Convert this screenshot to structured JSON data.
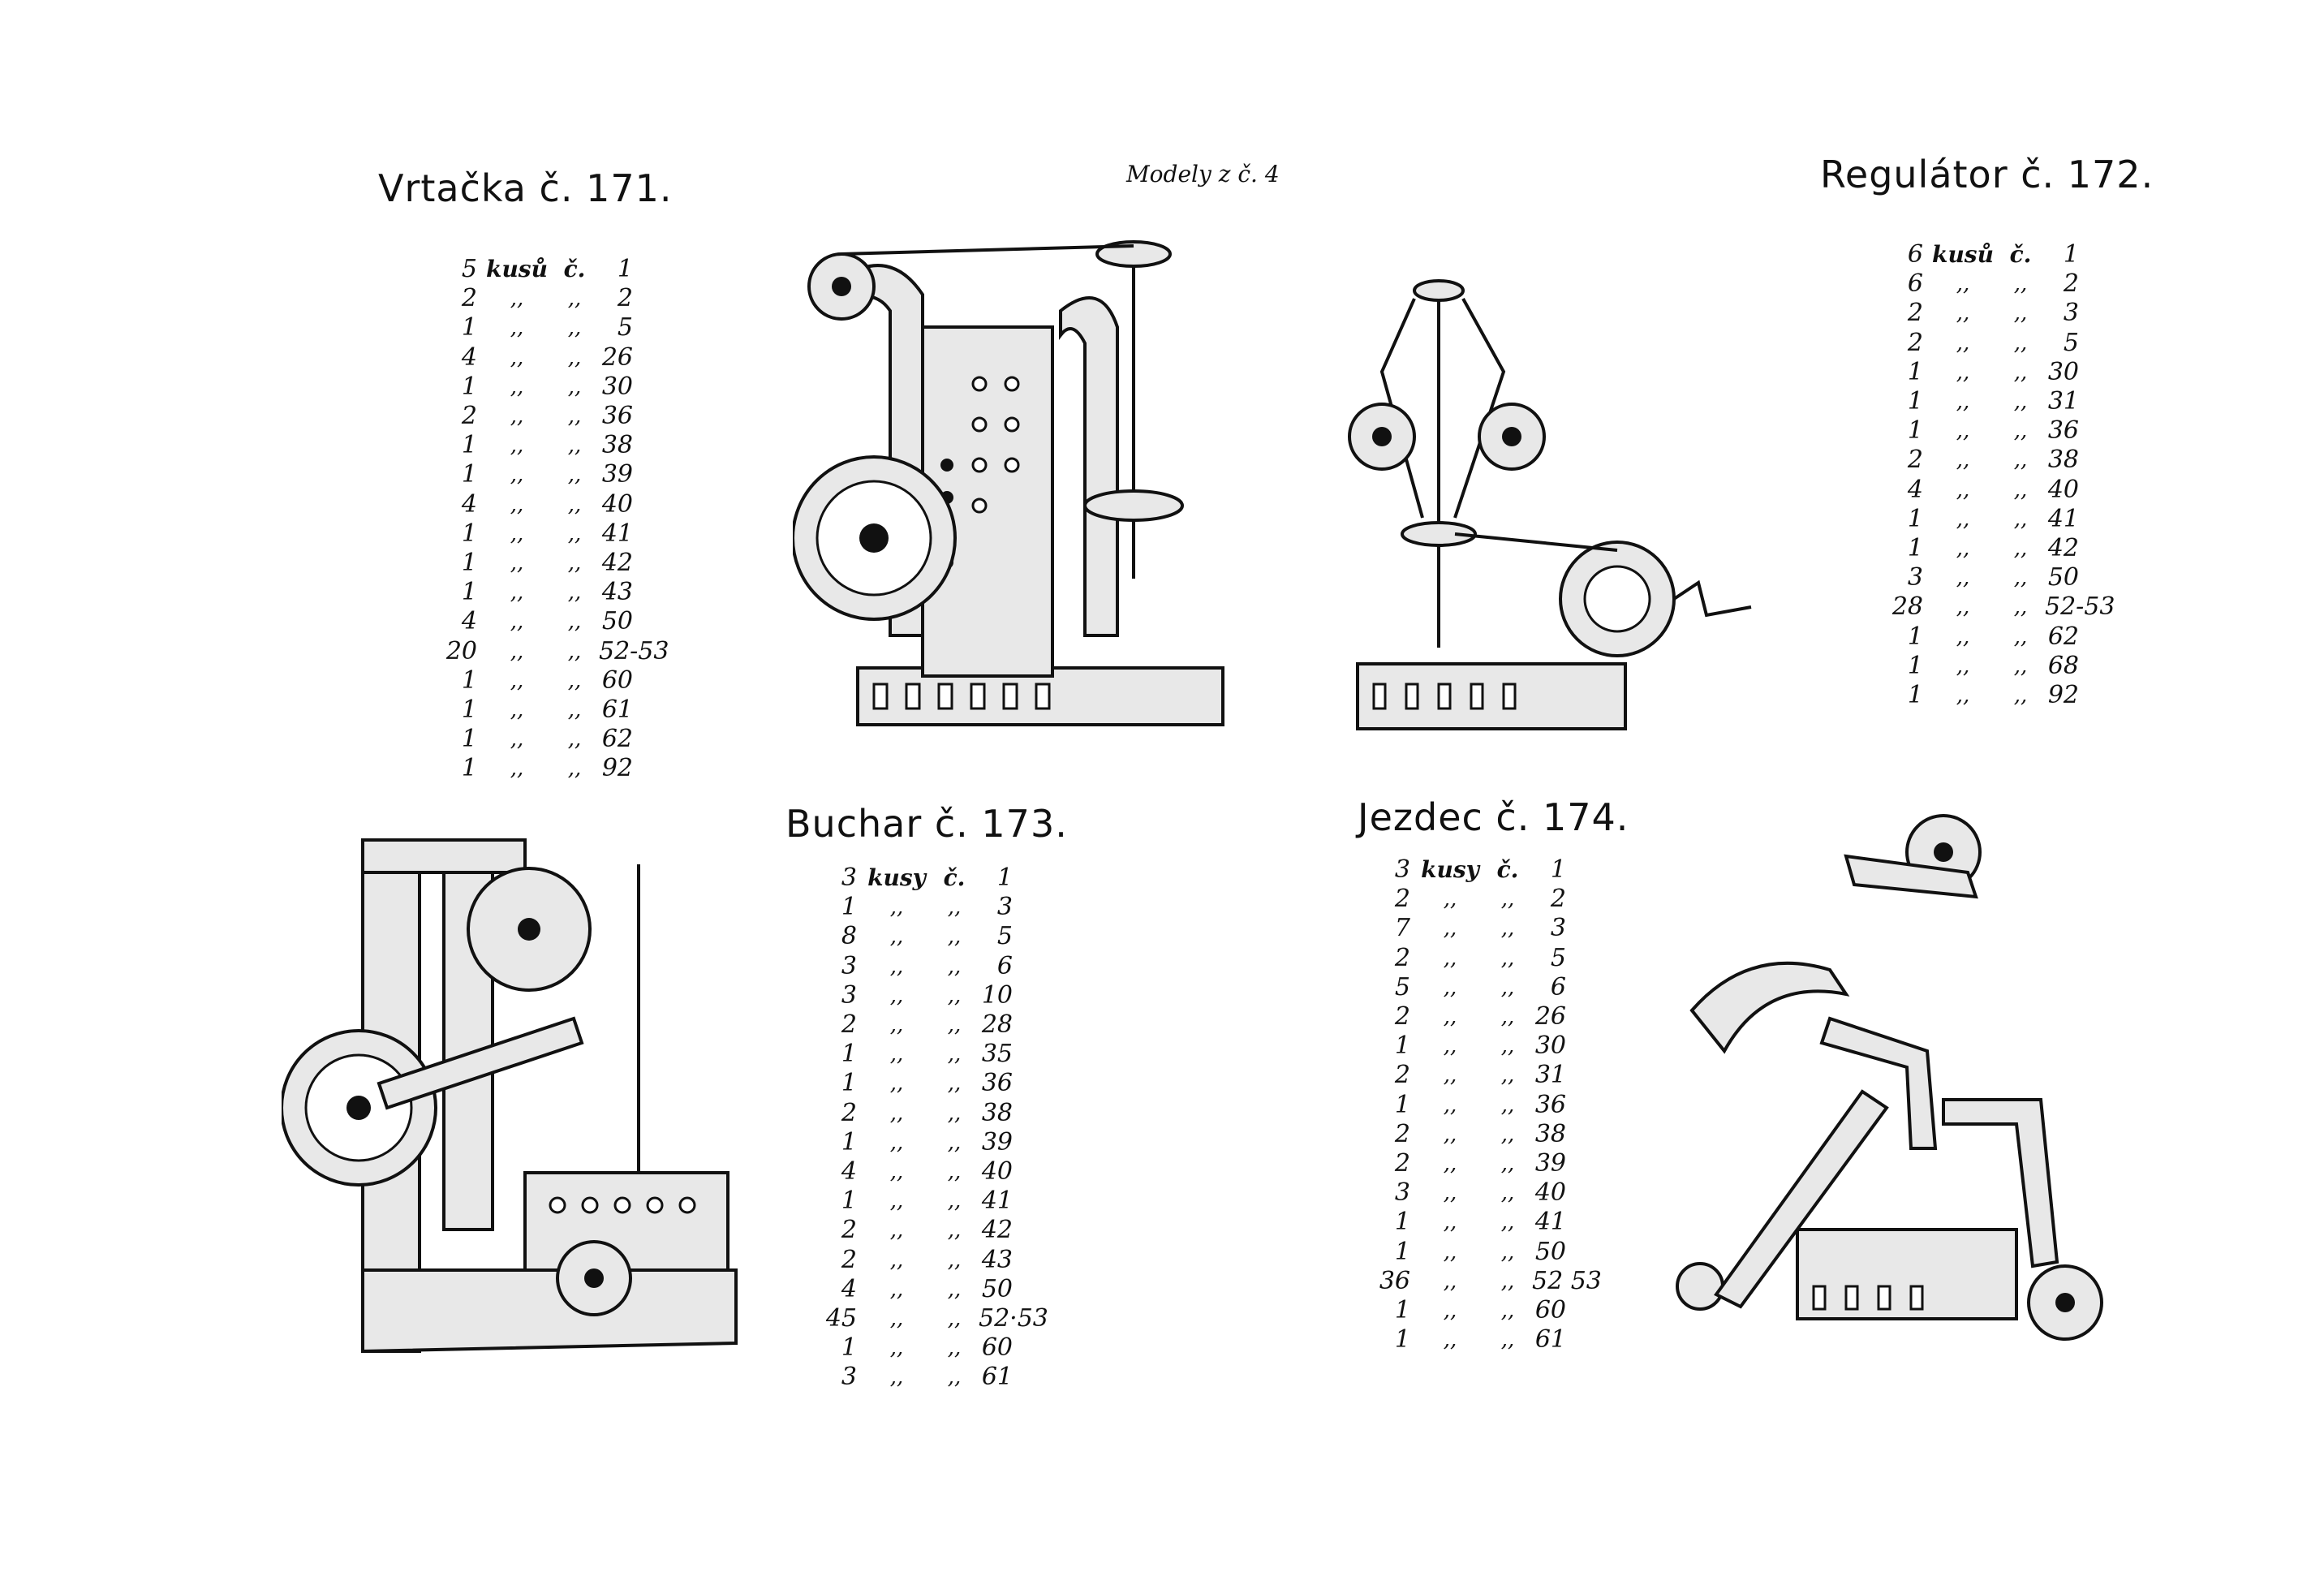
{
  "header": {
    "center": "Modely z č. 4"
  },
  "models": [
    {
      "title": "Vrtačka č. 171.",
      "parts": [
        [
          "5",
          "kusů",
          "č.",
          "1"
        ],
        [
          "2",
          ",,",
          ",,",
          "2"
        ],
        [
          "1",
          ",,",
          ",,",
          "5"
        ],
        [
          "4",
          ",,",
          ",,",
          "26"
        ],
        [
          "1",
          ",,",
          ",,",
          "30"
        ],
        [
          "2",
          ",,",
          ",,",
          "36"
        ],
        [
          "1",
          ",,",
          ",,",
          "38"
        ],
        [
          "1",
          ",,",
          ",,",
          "39"
        ],
        [
          "4",
          ",,",
          ",,",
          "40"
        ],
        [
          "1",
          ",,",
          ",,",
          "41"
        ],
        [
          "1",
          ",,",
          ",,",
          "42"
        ],
        [
          "1",
          ",,",
          ",,",
          "43"
        ],
        [
          "4",
          ",,",
          ",,",
          "50"
        ],
        [
          "20",
          ",,",
          ",,",
          "52-53"
        ],
        [
          "1",
          ",,",
          ",,",
          "60"
        ],
        [
          "1",
          ",,",
          ",,",
          "61"
        ],
        [
          "1",
          ",,",
          ",,",
          "62"
        ],
        [
          "1",
          ",,",
          ",,",
          "92"
        ]
      ]
    },
    {
      "title": "Regulátor č. 172.",
      "parts": [
        [
          "6",
          "kusů",
          "č.",
          "1"
        ],
        [
          "6",
          ",,",
          ",,",
          "2"
        ],
        [
          "2",
          ",,",
          ",,",
          "3"
        ],
        [
          "2",
          ",,",
          ",,",
          "5"
        ],
        [
          "1",
          ",,",
          ",,",
          "30"
        ],
        [
          "1",
          ",,",
          ",,",
          "31"
        ],
        [
          "1",
          ",,",
          ",,",
          "36"
        ],
        [
          "2",
          ",,",
          ",,",
          "38"
        ],
        [
          "4",
          ",,",
          ",,",
          "40"
        ],
        [
          "1",
          ",,",
          ",,",
          "41"
        ],
        [
          "1",
          ",,",
          ",,",
          "42"
        ],
        [
          "3",
          ",,",
          ",,",
          "50"
        ],
        [
          "28",
          ",,",
          ",,",
          "52-53"
        ],
        [
          "1",
          ",,",
          ",,",
          "62"
        ],
        [
          "1",
          ",,",
          ",,",
          "68"
        ],
        [
          "1",
          ",,",
          ",,",
          "92"
        ]
      ]
    },
    {
      "title": "Buchar č. 173.",
      "parts": [
        [
          "3",
          "kusy",
          "č.",
          "1"
        ],
        [
          "1",
          ",,",
          ",,",
          "3"
        ],
        [
          "8",
          ",,",
          ",,",
          "5"
        ],
        [
          "3",
          ",,",
          ",,",
          "6"
        ],
        [
          "3",
          ",,",
          ",,",
          "10"
        ],
        [
          "2",
          ",,",
          ",,",
          "28"
        ],
        [
          "1",
          ",,",
          ",,",
          "35"
        ],
        [
          "1",
          ",,",
          ",,",
          "36"
        ],
        [
          "2",
          ",,",
          ",,",
          "38"
        ],
        [
          "1",
          ",,",
          ",,",
          "39"
        ],
        [
          "4",
          ",,",
          ",,",
          "40"
        ],
        [
          "1",
          ",,",
          ",,",
          "41"
        ],
        [
          "2",
          ",,",
          ",,",
          "42"
        ],
        [
          "2",
          ",,",
          ",,",
          "43"
        ],
        [
          "4",
          ",,",
          ",,",
          "50"
        ],
        [
          "45",
          ",,",
          ",,",
          "52·53"
        ],
        [
          "1",
          ",,",
          ",,",
          "60"
        ],
        [
          "3",
          ",,",
          ",,",
          "61"
        ]
      ]
    },
    {
      "title": "Jezdec č. 174.",
      "parts": [
        [
          "3",
          "kusy",
          "č.",
          "1"
        ],
        [
          "2",
          ",,",
          ",,",
          "2"
        ],
        [
          "7",
          ",,",
          ",,",
          "3"
        ],
        [
          "2",
          ",,",
          ",,",
          "5"
        ],
        [
          "5",
          ",,",
          ",,",
          "6"
        ],
        [
          "2",
          ",,",
          ",,",
          "26"
        ],
        [
          "1",
          ",,",
          ",,",
          "30"
        ],
        [
          "2",
          ",,",
          ",,",
          "31"
        ],
        [
          "1",
          ",,",
          ",,",
          "36"
        ],
        [
          "2",
          ",,",
          ",,",
          "38"
        ],
        [
          "2",
          ",,",
          ",,",
          "39"
        ],
        [
          "3",
          ",,",
          ",,",
          "40"
        ],
        [
          "1",
          ",,",
          ",,",
          "41"
        ],
        [
          "1",
          ",,",
          ",,",
          "50"
        ],
        [
          "36",
          ",,",
          ",,",
          "52 53"
        ],
        [
          "1",
          ",,",
          ",,",
          "60"
        ],
        [
          "1",
          ",,",
          ",,",
          "61"
        ]
      ]
    }
  ]
}
